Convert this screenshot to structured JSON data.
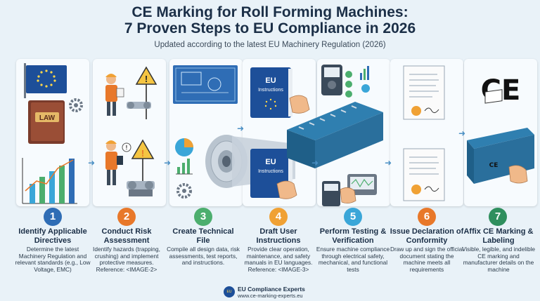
{
  "header": {
    "title_line1": "CE Marking for Roll Forming Machines:",
    "title_line2": "7 Proven Steps to EU Compliance in 2026",
    "subtitle": "Updated according to the latest EU Machinery Regulation (2026)"
  },
  "colors": {
    "background": "#e9f2f8",
    "title": "#1b2f47",
    "badges": [
      "#2f6db5",
      "#e8782a",
      "#4cae6e",
      "#f0a134",
      "#3aa6d8",
      "#e8782a",
      "#2f8f5e"
    ]
  },
  "art_labels": {
    "law_book": "LAW",
    "eu_book_top_line1": "EU",
    "eu_book_top_line2": "Instructions",
    "eu_book_bottom_line1": "EU",
    "eu_book_bottom_line2": "Instructions",
    "ce_mark": "CE",
    "ce_mark_small": "CE"
  },
  "steps": [
    {
      "number": "1",
      "title": "Identify Applicable Directives",
      "description": "Determine the latest Machinery Regulation and relevant standards (e.g., Low Voltage, EMC)"
    },
    {
      "number": "2",
      "title": "Conduct Risk Assessment",
      "description": "Identify hazards (trapping, crushing) and implement protective measures. Reference: <IMAGE-2>"
    },
    {
      "number": "3",
      "title": "Create Technical File",
      "description": "Compile all design data, risk assessments, test reports, and instructions."
    },
    {
      "number": "4",
      "title": "Draft User Instructions",
      "description": "Provide clear operation, maintenance, and safety manuals in EU languages. Reference: <IMAGE-3>"
    },
    {
      "number": "5",
      "title": "Perform Testing & Verification",
      "description": "Ensure machine compliance through electrical safety, mechanical, and functional tests"
    },
    {
      "number": "6",
      "title": "Issue Declaration of Conformity",
      "description": "Draw up and sign the official document stating the machine meets all requirements"
    },
    {
      "number": "7",
      "title": "Affix CE Marking & Labeling",
      "description": "Visible, legible, and indelible CE marking and manufacturer details on the machine"
    }
  ],
  "footer": {
    "logo_text": "EU",
    "name": "EU Compliance Experts",
    "url": "www.ce-marking-experts.eu"
  }
}
